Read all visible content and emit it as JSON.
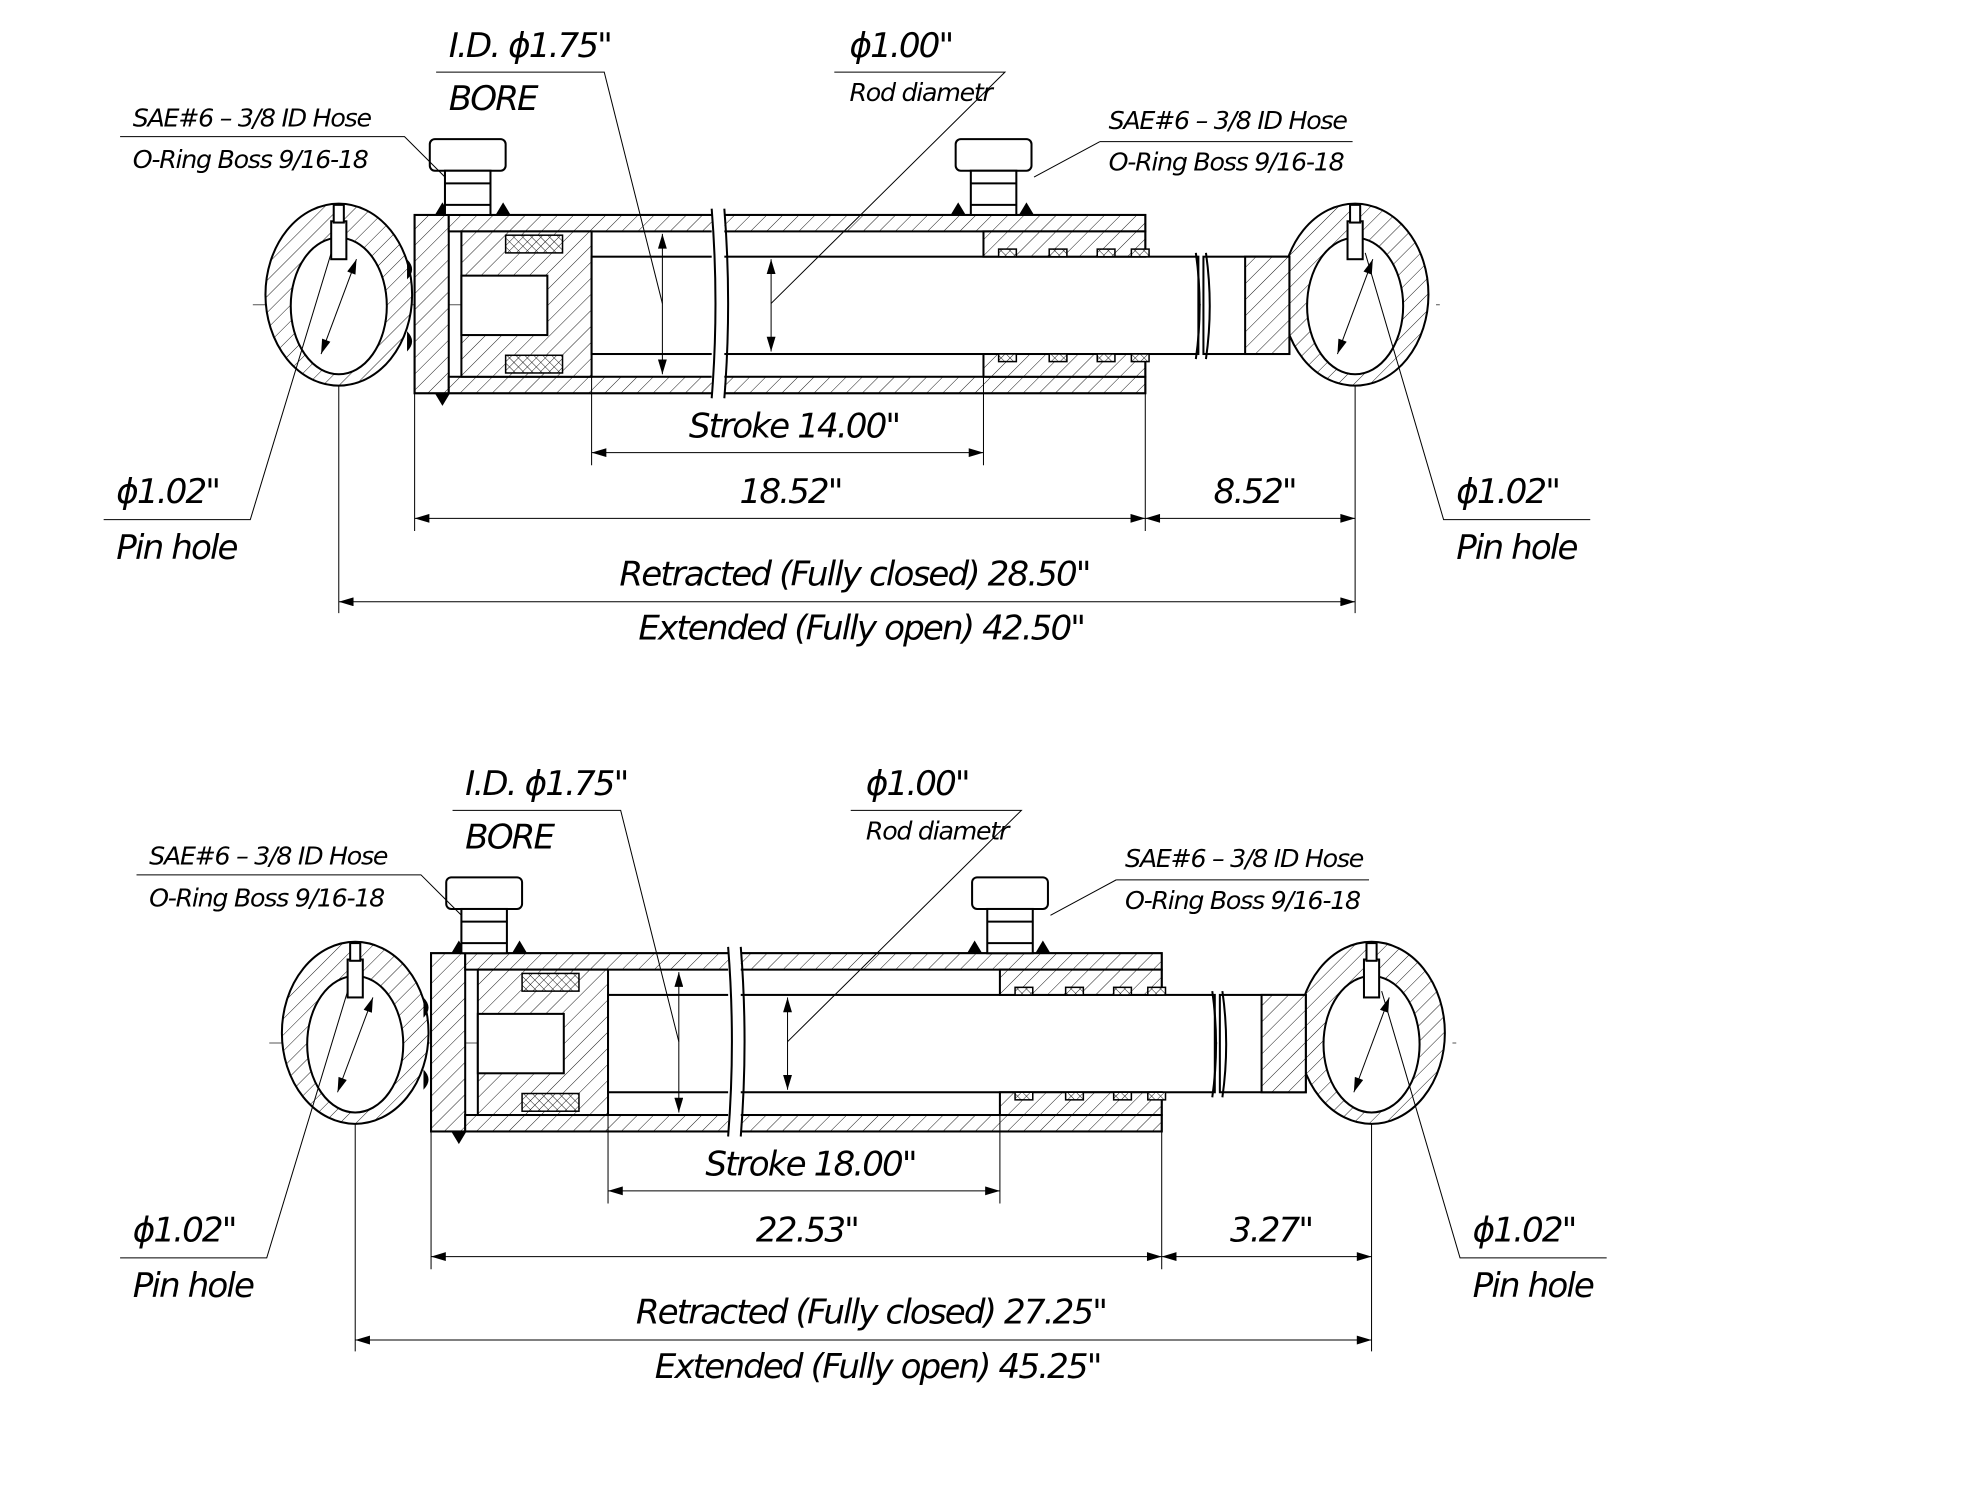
{
  "drawings": [
    {
      "bore_dia": "I.D. ϕ1.75\"",
      "bore_label": "BORE",
      "rod_dia": "ϕ1.00\"",
      "rod_label": "Rod diametr",
      "port_left_line1": "SAE#6 – 3/8 ID Hose",
      "port_left_line2": "O-Ring Boss 9/16-18",
      "port_right_line1": "SAE#6 – 3/8 ID Hose",
      "port_right_line2": "O-Ring Boss 9/16-18",
      "stroke": "Stroke 14.00\"",
      "body_length": "18.52\"",
      "rod_end_length": "8.52\"",
      "pin_left_dia": "ϕ1.02\"",
      "pin_left_label": "Pin hole",
      "pin_right_dia": "ϕ1.02\"",
      "pin_right_label": "Pin hole",
      "retracted": "Retracted (Fully closed) 28.50\"",
      "extended": "Extended (Fully open) 42.50\""
    },
    {
      "bore_dia": "I.D. ϕ1.75\"",
      "bore_label": "BORE",
      "rod_dia": "ϕ1.00\"",
      "rod_label": "Rod diametr",
      "port_left_line1": "SAE#6 – 3/8 ID Hose",
      "port_left_line2": "O-Ring Boss 9/16-18",
      "port_right_line1": "SAE#6 – 3/8 ID Hose",
      "port_right_line2": "O-Ring Boss 9/16-18",
      "stroke": "Stroke 18.00\"",
      "body_length": "22.53\"",
      "rod_end_length": "3.27\"",
      "pin_left_dia": "ϕ1.02\"",
      "pin_left_label": "Pin hole",
      "pin_right_dia": "ϕ1.02\"",
      "pin_right_label": "Pin hole",
      "retracted": "Retracted (Fully closed) 27.25\"",
      "extended": "Extended (Fully open) 45.25\""
    }
  ]
}
